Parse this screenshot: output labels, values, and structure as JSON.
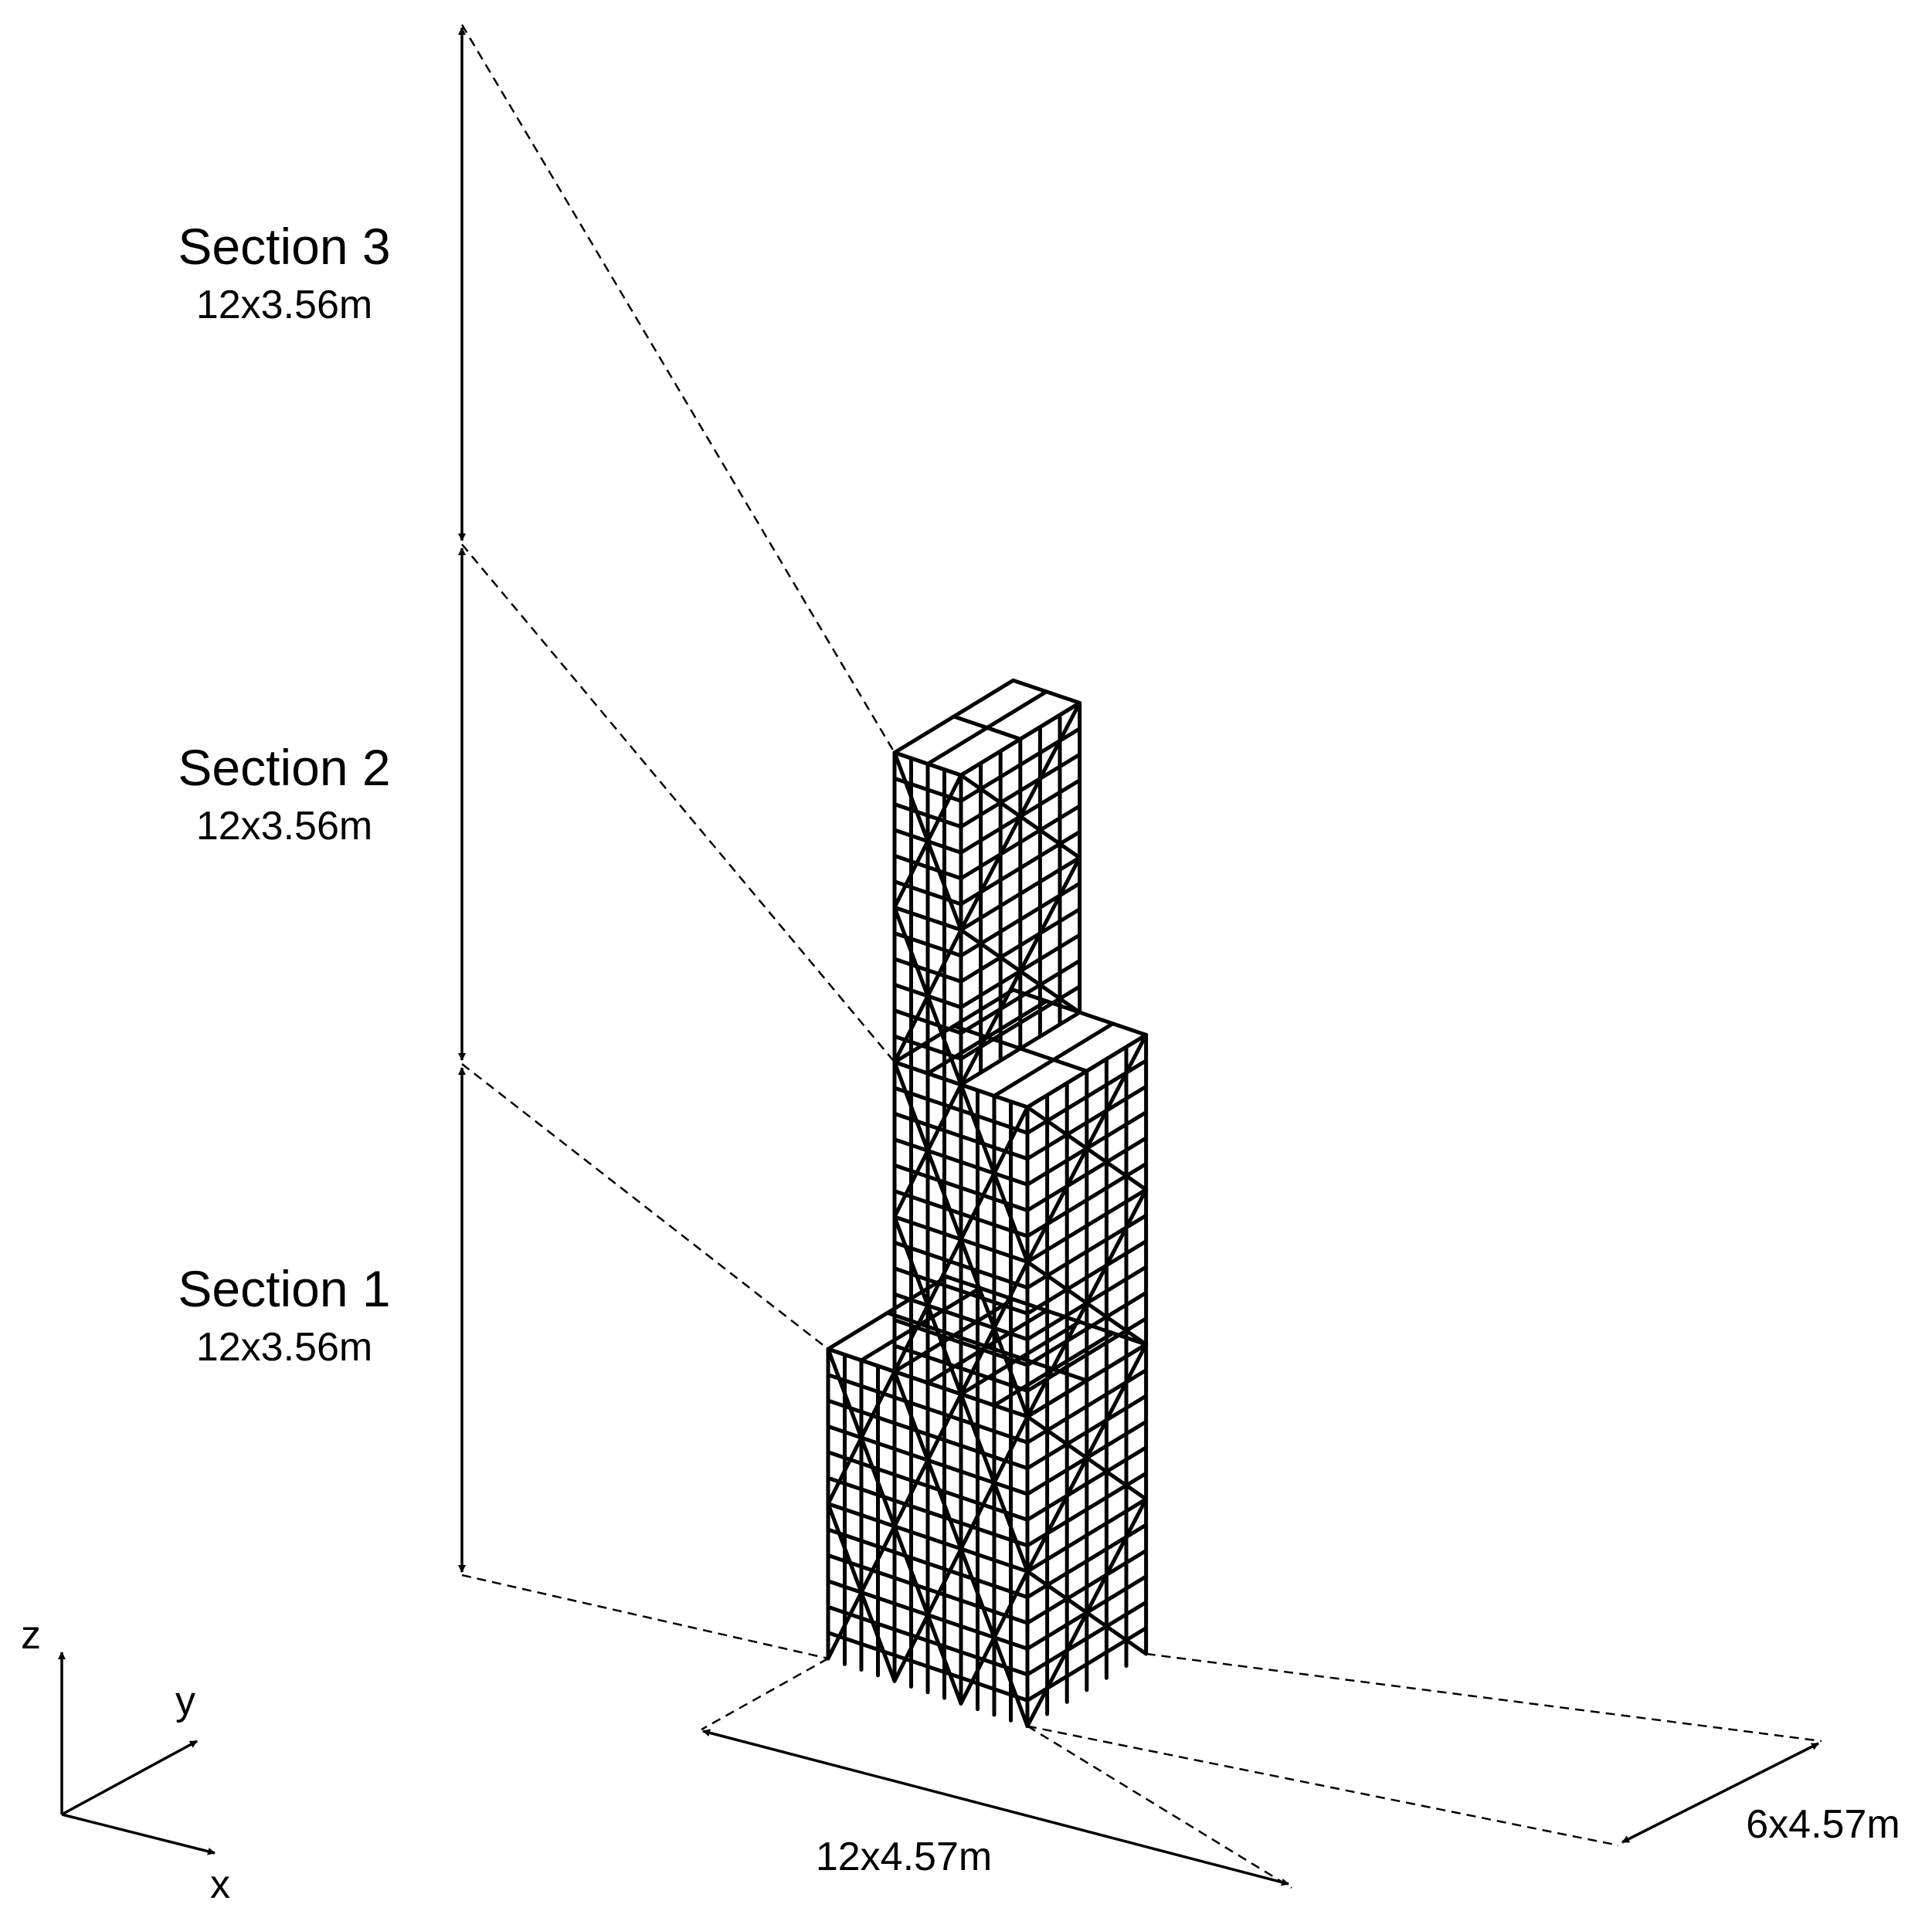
{
  "sections": [
    {
      "title": "Section 3",
      "dimension": "12x3.56m"
    },
    {
      "title": "Section 2",
      "dimension": "12x3.56m"
    },
    {
      "title": "Section 1",
      "dimension": "12x3.56m"
    }
  ],
  "base_dimensions": {
    "length": "12x4.57m",
    "width": "6x4.57m"
  },
  "axes": {
    "z": "z",
    "y": "y",
    "x": "x"
  },
  "colors": {
    "line": "#000000",
    "background": "#ffffff"
  }
}
